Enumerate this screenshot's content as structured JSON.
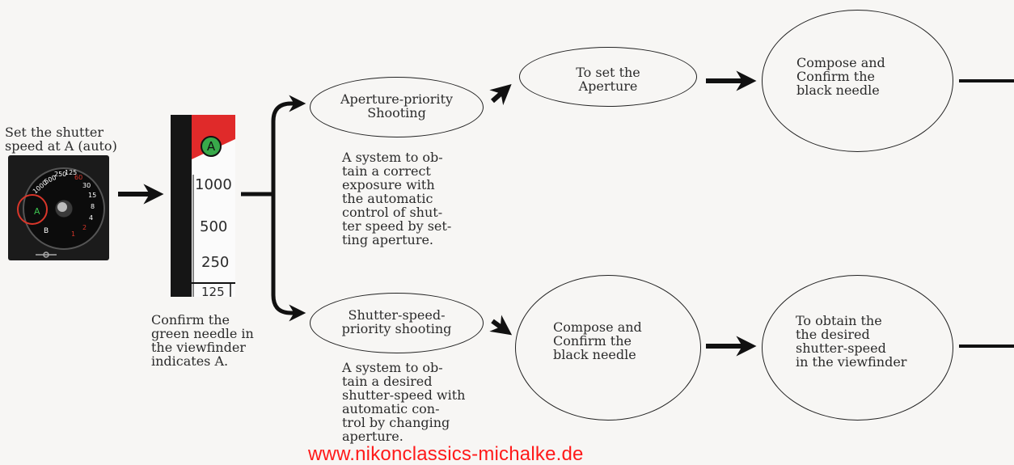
{
  "step1": {
    "label": "Set the shutter\nspeed at A (auto)"
  },
  "dial": {
    "marks": [
      "A",
      "1000",
      "500",
      "250",
      "125",
      "60",
      "30",
      "15",
      "8",
      "4",
      "2",
      "1",
      "B"
    ]
  },
  "scale": {
    "badge": "A",
    "values": [
      "1000",
      "500",
      "250",
      "125"
    ]
  },
  "confirm_green": {
    "text": "Confirm the\ngreen needle in\nthe viewfinder\nindicates A."
  },
  "aperture_priority": {
    "title": "Aperture-priority\nShooting",
    "description": "A system to ob-\ntain a correct\nexposure with\nthe automatic\ncontrol of shut-\nter speed by set-\nting aperture.",
    "step_set_aperture": "To set the\nAperture",
    "step_compose": "Compose and\nConfirm the\nblack needle"
  },
  "shutter_priority": {
    "title": "Shutter-speed-\npriority shooting",
    "description": "A system to ob-\ntain a desired\nshutter-speed with\nautomatic con-\ntrol by changing\naperture.",
    "step_compose": "Compose  and\nConfirm the\nblack needle",
    "step_obtain": "To obtain the\nthe desired\nshutter-speed\nin the viewfinder"
  },
  "watermark": "www.nikonclassics-michalke.de",
  "colors": {
    "line": "#111111",
    "badge_green": "#38a94a",
    "scale_red": "#e02a2a",
    "watermark": "#ff1a1a"
  }
}
